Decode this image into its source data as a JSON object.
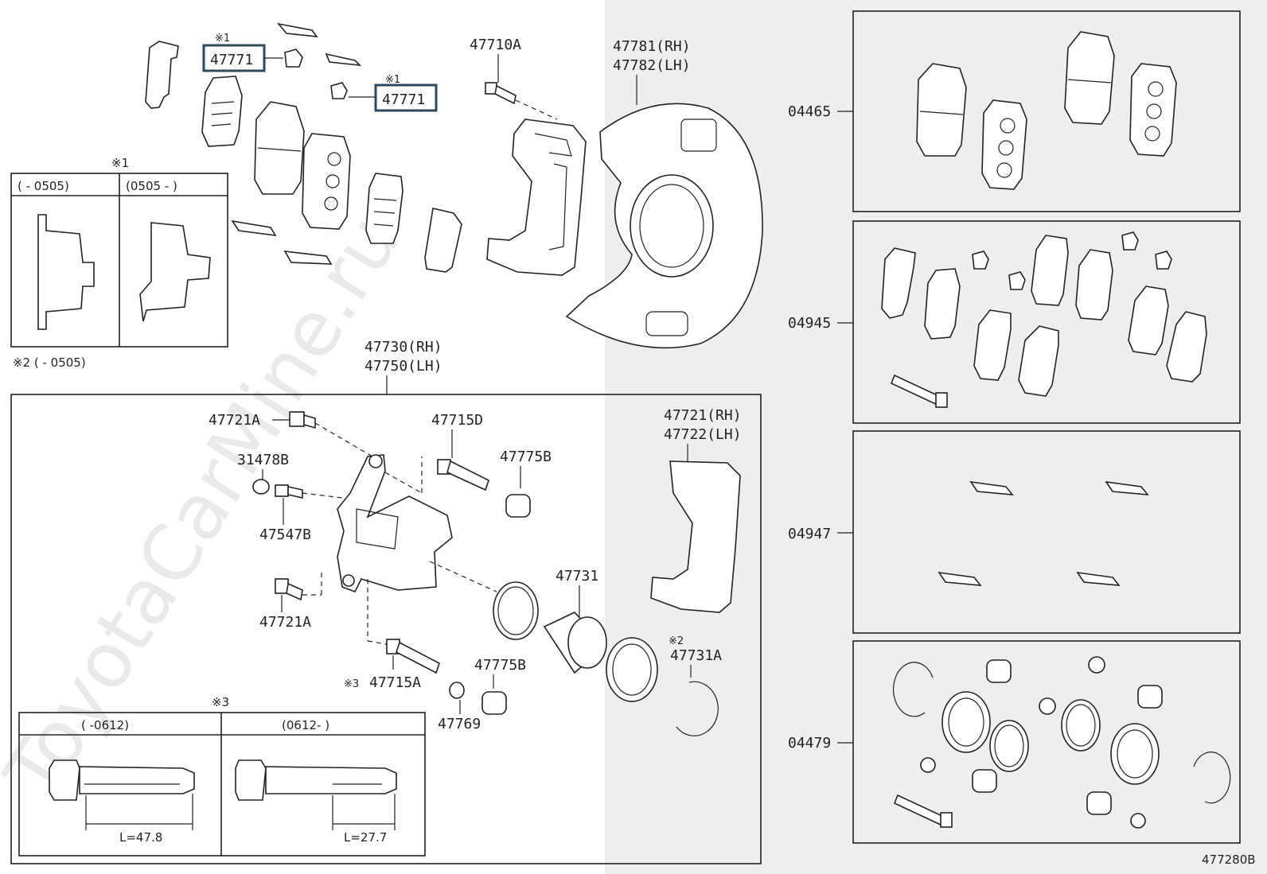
{
  "diagram_code": "477280B",
  "watermark": "ToyotaCarMine.ru",
  "callouts": {
    "p47771_a": "47771",
    "p47771_b": "47771",
    "p47710A": "47710A",
    "p47781": "47781(RH)",
    "p47782": "47782(LH)",
    "p47730": "47730(RH)",
    "p47750": "47750(LH)",
    "p47721A_top": "47721A",
    "p31478B": "31478B",
    "p47547B": "47547B",
    "p47721A_bot": "47721A",
    "p47715D": "47715D",
    "p47775B_top": "47775B",
    "p47721": "47721(RH)",
    "p47722": "47722(LH)",
    "p47731": "47731",
    "p47731A": "47731A",
    "p47775B_bot": "47775B",
    "p47715A": "47715A",
    "p47769": "47769",
    "k04465": "04465",
    "k04945": "04945",
    "k04947": "04947",
    "k04479": "04479"
  },
  "notes": {
    "n1_a": "※1",
    "n1_b": "※1",
    "n1_box": "※1",
    "n2_mark": "※2",
    "n2_line": "※2 (     - 0505)",
    "n3_mark": "※3",
    "n3_box": "※3"
  },
  "inset1": {
    "col_left": "(       - 0505)",
    "col_right": "(0505 -       )"
  },
  "inset3": {
    "col_left": "(     -0612)",
    "col_right": "(0612-      )",
    "len_left": "L=47.8",
    "len_right": "L=27.7"
  }
}
